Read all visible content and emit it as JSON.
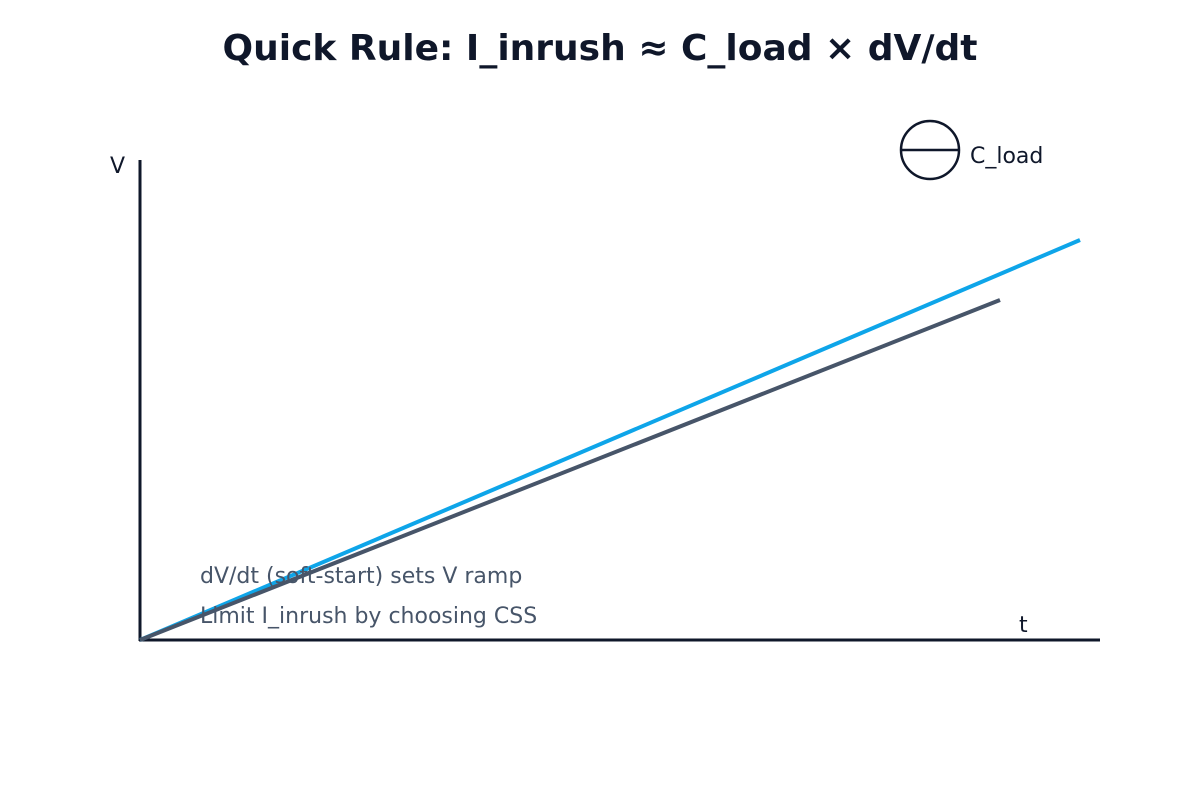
{
  "title": "Quick Rule: I_inrush ≈ C_load × dV/dt",
  "axes": {
    "y_label": "V",
    "x_label": "t",
    "color": "#0f172a"
  },
  "legend": {
    "symbol": "capacitor-circle-icon",
    "label": "C_load"
  },
  "annotations": [
    "dV/dt (soft-start) sets V ramp",
    "Limit I_inrush by choosing CSS"
  ],
  "lines": [
    {
      "name": "steeper-ramp",
      "color": "#0ea5e9",
      "from": [
        140,
        640
      ],
      "to": [
        1080,
        240
      ]
    },
    {
      "name": "gentler-ramp",
      "color": "#475569",
      "from": [
        140,
        640
      ],
      "to": [
        1000,
        300
      ]
    }
  ],
  "colors": {
    "title": "#0f172a",
    "annotation_text": "#475569",
    "accent_line": "#0ea5e9",
    "dark_line": "#475569"
  }
}
